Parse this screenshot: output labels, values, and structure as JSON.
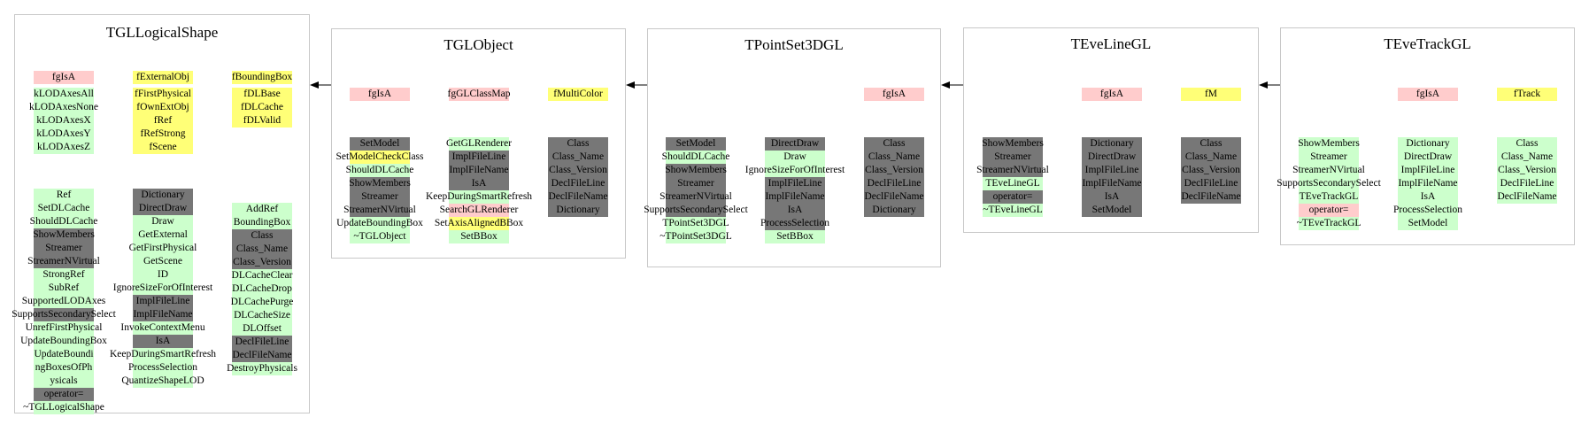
{
  "colors": {
    "pink": "#ffcccc",
    "yellow": "#ffff77",
    "green": "#ccffcc",
    "gray": "#777777"
  },
  "classes": [
    {
      "title": "TGLLogicalShape",
      "attributes": [
        [
          {
            "label": "fgIsA",
            "color": "pink"
          },
          {
            "label": "kLODAxesAll",
            "color": "green"
          },
          {
            "label": "kLODAxesNone",
            "color": "green"
          },
          {
            "label": "kLODAxesX",
            "color": "green"
          },
          {
            "label": "kLODAxesY",
            "color": "green"
          },
          {
            "label": "kLODAxesZ",
            "color": "green"
          }
        ],
        [
          {
            "label": "fExternalObj",
            "color": "yellow"
          },
          {
            "label": "fFirstPhysical",
            "color": "yellow"
          },
          {
            "label": "fOwnExtObj",
            "color": "yellow"
          },
          {
            "label": "fRef",
            "color": "yellow"
          },
          {
            "label": "fRefStrong",
            "color": "yellow"
          },
          {
            "label": "fScene",
            "color": "yellow"
          }
        ],
        [
          {
            "label": "fBoundingBox",
            "color": "yellow"
          },
          {
            "label": "fDLBase",
            "color": "yellow"
          },
          {
            "label": "fDLCache",
            "color": "yellow"
          },
          {
            "label": "fDLValid",
            "color": "yellow"
          }
        ]
      ],
      "methods": [
        [
          {
            "label": "Ref",
            "color": "green"
          },
          {
            "label": "SetDLCache",
            "color": "green"
          },
          {
            "label": "ShouldDLCache",
            "color": "green"
          },
          {
            "label": "ShowMembers",
            "color": "gray"
          },
          {
            "label": "Streamer",
            "color": "gray"
          },
          {
            "label": "StreamerNVirtual",
            "color": "gray"
          },
          {
            "label": "StrongRef",
            "color": "green"
          },
          {
            "label": "SubRef",
            "color": "green"
          },
          {
            "label": "SupportedLODAxes",
            "color": "green"
          },
          {
            "label": "SupportsSecondarySelect",
            "color": "gray"
          },
          {
            "label": "UnrefFirstPhysical",
            "color": "green"
          },
          {
            "label": "UpdateBoundingBox",
            "color": "green"
          },
          {
            "label": "UpdateBoundingBoxesOfPhysicals",
            "color": "green"
          },
          {
            "label": "operator=",
            "color": "gray"
          },
          {
            "label": "~TGLLogicalShape",
            "color": "green"
          }
        ],
        [
          {
            "label": "Dictionary",
            "color": "gray"
          },
          {
            "label": "DirectDraw",
            "color": "gray"
          },
          {
            "label": "Draw",
            "color": "green"
          },
          {
            "label": "GetExternal",
            "color": "green"
          },
          {
            "label": "GetFirstPhysical",
            "color": "green"
          },
          {
            "label": "GetScene",
            "color": "green"
          },
          {
            "label": "ID",
            "color": "green"
          },
          {
            "label": "IgnoreSizeForOfInterest",
            "color": "green"
          },
          {
            "label": "ImplFileLine",
            "color": "gray"
          },
          {
            "label": "ImplFileName",
            "color": "gray"
          },
          {
            "label": "InvokeContextMenu",
            "color": "green"
          },
          {
            "label": "IsA",
            "color": "gray"
          },
          {
            "label": "KeepDuringSmartRefresh",
            "color": "green"
          },
          {
            "label": "ProcessSelection",
            "color": "green"
          },
          {
            "label": "QuantizeShapeLOD",
            "color": "green"
          }
        ],
        [
          {
            "label": "AddRef",
            "color": "green"
          },
          {
            "label": "BoundingBox",
            "color": "green"
          },
          {
            "label": "Class",
            "color": "gray"
          },
          {
            "label": "Class_Name",
            "color": "gray"
          },
          {
            "label": "Class_Version",
            "color": "gray"
          },
          {
            "label": "DLCacheClear",
            "color": "green"
          },
          {
            "label": "DLCacheDrop",
            "color": "green"
          },
          {
            "label": "DLCachePurge",
            "color": "green"
          },
          {
            "label": "DLCacheSize",
            "color": "green"
          },
          {
            "label": "DLOffset",
            "color": "green"
          },
          {
            "label": "DeclFileLine",
            "color": "gray"
          },
          {
            "label": "DeclFileName",
            "color": "gray"
          },
          {
            "label": "DestroyPhysicals",
            "color": "green"
          }
        ]
      ]
    },
    {
      "title": "TGLObject",
      "attributes": [
        [
          {
            "label": "fgIsA",
            "color": "pink"
          }
        ],
        [
          {
            "label": "fgGLClassMap",
            "color": "pink"
          }
        ],
        [
          {
            "label": "fMultiColor",
            "color": "yellow"
          }
        ]
      ],
      "methods": [
        [
          {
            "label": "SetModel",
            "color": "gray"
          },
          {
            "label": "SetModelCheckClass",
            "color": "yellow"
          },
          {
            "label": "ShouldDLCache",
            "color": "green"
          },
          {
            "label": "ShowMembers",
            "color": "gray"
          },
          {
            "label": "Streamer",
            "color": "gray"
          },
          {
            "label": "StreamerNVirtual",
            "color": "gray"
          },
          {
            "label": "UpdateBoundingBox",
            "color": "green"
          },
          {
            "label": "~TGLObject",
            "color": "green"
          }
        ],
        [
          {
            "label": "GetGLRenderer",
            "color": "green"
          },
          {
            "label": "ImplFileLine",
            "color": "gray"
          },
          {
            "label": "ImplFileName",
            "color": "gray"
          },
          {
            "label": "IsA",
            "color": "gray"
          },
          {
            "label": "KeepDuringSmartRefresh",
            "color": "green"
          },
          {
            "label": "SearchGLRenderer",
            "color": "pink"
          },
          {
            "label": "SetAxisAlignedBBox",
            "color": "yellow"
          },
          {
            "label": "SetBBox",
            "color": "green"
          }
        ],
        [
          {
            "label": "Class",
            "color": "gray"
          },
          {
            "label": "Class_Name",
            "color": "gray"
          },
          {
            "label": "Class_Version",
            "color": "gray"
          },
          {
            "label": "DeclFileLine",
            "color": "gray"
          },
          {
            "label": "DeclFileName",
            "color": "gray"
          },
          {
            "label": "Dictionary",
            "color": "gray"
          }
        ]
      ]
    },
    {
      "title": "TPointSet3DGL",
      "attributes": [
        [],
        [],
        [
          {
            "label": "fgIsA",
            "color": "pink"
          }
        ]
      ],
      "methods": [
        [
          {
            "label": "SetModel",
            "color": "gray"
          },
          {
            "label": "ShouldDLCache",
            "color": "green"
          },
          {
            "label": "ShowMembers",
            "color": "gray"
          },
          {
            "label": "Streamer",
            "color": "gray"
          },
          {
            "label": "StreamerNVirtual",
            "color": "gray"
          },
          {
            "label": "SupportsSecondarySelect",
            "color": "gray"
          },
          {
            "label": "TPointSet3DGL",
            "color": "green"
          },
          {
            "label": "~TPointSet3DGL",
            "color": "green"
          }
        ],
        [
          {
            "label": "DirectDraw",
            "color": "gray"
          },
          {
            "label": "Draw",
            "color": "green"
          },
          {
            "label": "IgnoreSizeForOfInterest",
            "color": "green"
          },
          {
            "label": "ImplFileLine",
            "color": "gray"
          },
          {
            "label": "ImplFileName",
            "color": "gray"
          },
          {
            "label": "IsA",
            "color": "gray"
          },
          {
            "label": "ProcessSelection",
            "color": "gray"
          },
          {
            "label": "SetBBox",
            "color": "green"
          }
        ],
        [
          {
            "label": "Class",
            "color": "gray"
          },
          {
            "label": "Class_Name",
            "color": "gray"
          },
          {
            "label": "Class_Version",
            "color": "gray"
          },
          {
            "label": "DeclFileLine",
            "color": "gray"
          },
          {
            "label": "DeclFileName",
            "color": "gray"
          },
          {
            "label": "Dictionary",
            "color": "gray"
          }
        ]
      ]
    },
    {
      "title": "TEveLineGL",
      "attributes": [
        [],
        [
          {
            "label": "fgIsA",
            "color": "pink"
          }
        ],
        [
          {
            "label": "fM",
            "color": "yellow"
          }
        ]
      ],
      "methods": [
        [
          {
            "label": "ShowMembers",
            "color": "gray"
          },
          {
            "label": "Streamer",
            "color": "gray"
          },
          {
            "label": "StreamerNVirtual",
            "color": "gray"
          },
          {
            "label": "TEveLineGL",
            "color": "green"
          },
          {
            "label": "operator=",
            "color": "gray"
          },
          {
            "label": "~TEveLineGL",
            "color": "green"
          }
        ],
        [
          {
            "label": "Dictionary",
            "color": "gray"
          },
          {
            "label": "DirectDraw",
            "color": "gray"
          },
          {
            "label": "ImplFileLine",
            "color": "gray"
          },
          {
            "label": "ImplFileName",
            "color": "gray"
          },
          {
            "label": "IsA",
            "color": "gray"
          },
          {
            "label": "SetModel",
            "color": "gray"
          }
        ],
        [
          {
            "label": "Class",
            "color": "gray"
          },
          {
            "label": "Class_Name",
            "color": "gray"
          },
          {
            "label": "Class_Version",
            "color": "gray"
          },
          {
            "label": "DeclFileLine",
            "color": "gray"
          },
          {
            "label": "DeclFileName",
            "color": "gray"
          }
        ]
      ]
    },
    {
      "title": "TEveTrackGL",
      "attributes": [
        [],
        [
          {
            "label": "fgIsA",
            "color": "pink"
          }
        ],
        [
          {
            "label": "fTrack",
            "color": "yellow"
          }
        ]
      ],
      "methods": [
        [
          {
            "label": "ShowMembers",
            "color": "green"
          },
          {
            "label": "Streamer",
            "color": "green"
          },
          {
            "label": "StreamerNVirtual",
            "color": "green"
          },
          {
            "label": "SupportsSecondarySelect",
            "color": "green"
          },
          {
            "label": "TEveTrackGL",
            "color": "green"
          },
          {
            "label": "operator=",
            "color": "pink"
          },
          {
            "label": "~TEveTrackGL",
            "color": "green"
          }
        ],
        [
          {
            "label": "Dictionary",
            "color": "green"
          },
          {
            "label": "DirectDraw",
            "color": "green"
          },
          {
            "label": "ImplFileLine",
            "color": "green"
          },
          {
            "label": "ImplFileName",
            "color": "green"
          },
          {
            "label": "IsA",
            "color": "green"
          },
          {
            "label": "ProcessSelection",
            "color": "green"
          },
          {
            "label": "SetModel",
            "color": "green"
          }
        ],
        [
          {
            "label": "Class",
            "color": "green"
          },
          {
            "label": "Class_Name",
            "color": "green"
          },
          {
            "label": "Class_Version",
            "color": "green"
          },
          {
            "label": "DeclFileLine",
            "color": "green"
          },
          {
            "label": "DeclFileName",
            "color": "green"
          }
        ]
      ]
    }
  ]
}
